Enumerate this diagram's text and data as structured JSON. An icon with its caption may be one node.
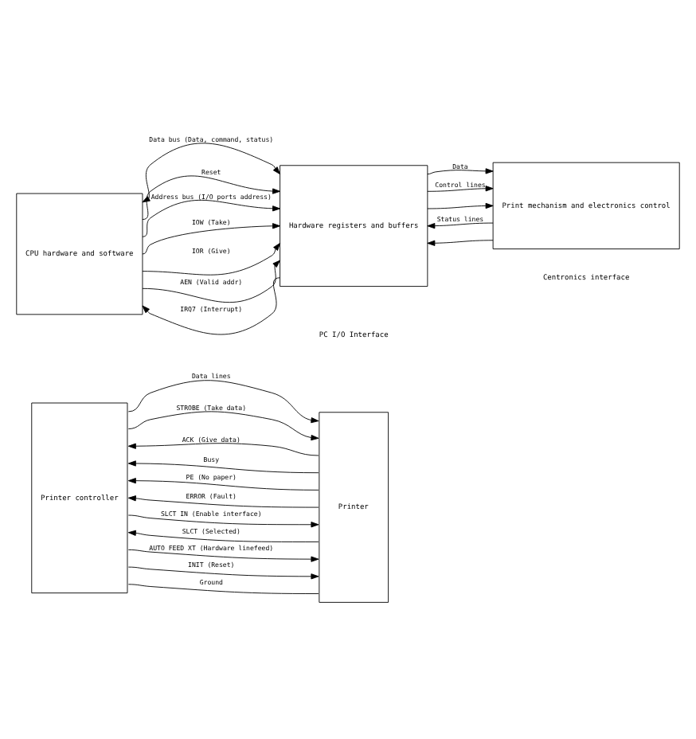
{
  "diagram": {
    "nodes": [
      {
        "text": [
          "CPU hardware and software"
        ]
      },
      {
        "text": [
          "Hardware registers and buffers"
        ]
      },
      {
        "text": [
          "Print mechanism and electronics control"
        ]
      },
      {
        "text": [
          "Printer controller"
        ]
      },
      {
        "text": [
          "Printer"
        ]
      }
    ],
    "edges": [
      {
        "from": 0,
        "to": 1,
        "arrow": "both",
        "label": "Data bus (Data, command, status)"
      },
      {
        "from": 0,
        "to": 1,
        "arrow": "to",
        "label": "Reset"
      },
      {
        "from": 0,
        "to": 1,
        "arrow": "to",
        "label": "Address bus (I/O ports address)"
      },
      {
        "from": 0,
        "to": 1,
        "arrow": "to",
        "label": "IOW (Take)"
      },
      {
        "from": 0,
        "to": 1,
        "arrow": "to",
        "label": "IOR (Give)"
      },
      {
        "from": 0,
        "to": 1,
        "arrow": "to",
        "label": "AEN (Valid addr)"
      },
      {
        "from": 1,
        "to": 0,
        "arrow": "to",
        "label": "IRQ7 (Interrupt)"
      },
      {
        "from": 1,
        "to": 2,
        "arrow": "to",
        "label": "Data"
      },
      {
        "from": 1,
        "to": 2,
        "arrow": "to",
        "label": "Control lines"
      },
      {
        "from": 1,
        "to": 2,
        "arrow": "to"
      },
      {
        "from": 2,
        "to": 1,
        "arrow": "to",
        "label": "Status lines"
      },
      {
        "from": 2,
        "to": 1,
        "arrow": "to"
      },
      {
        "from": 3,
        "to": 4,
        "arrow": "to",
        "label": "Data lines"
      },
      {
        "from": 3,
        "to": 4,
        "arrow": "to",
        "label": "STROBE (Take data)"
      },
      {
        "from": 4,
        "to": 3,
        "arrow": "to",
        "label": "ACK (Give data)"
      },
      {
        "from": 4,
        "to": 3,
        "arrow": "to",
        "label": "Busy"
      },
      {
        "from": 4,
        "to": 3,
        "arrow": "to",
        "label": "PE (No paper)"
      },
      {
        "from": 4,
        "to": 3,
        "arrow": "to",
        "label": "ERROR (Fault)"
      },
      {
        "from": 3,
        "to": 4,
        "arrow": "to",
        "label": "SLCT IN (Enable interface)"
      },
      {
        "from": 4,
        "to": 3,
        "arrow": "to",
        "label": "SLCT (Selected)"
      },
      {
        "from": 3,
        "to": 4,
        "arrow": "to",
        "label": "AUTO FEED XT (Hardware linefeed)"
      },
      {
        "from": 3,
        "to": 4,
        "arrow": "to",
        "label": "INIT (Reset)"
      },
      {
        "from": 3,
        "to": 4,
        "arrow": "none",
        "label": "Ground"
      }
    ],
    "labels": [
      "PC I/O Interface",
      "Centronics interface"
    ]
  }
}
